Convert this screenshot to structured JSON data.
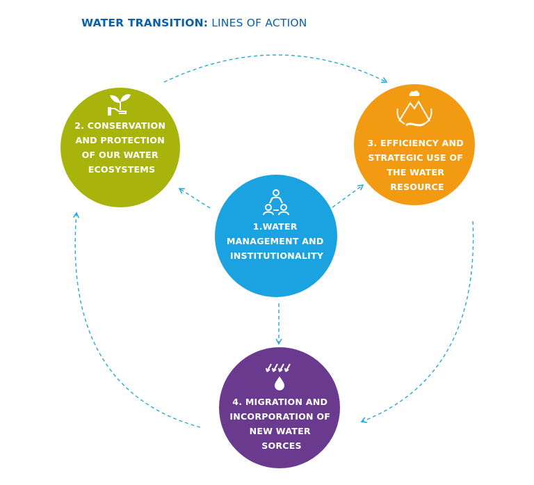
{
  "title": {
    "bold": "WATER TRANSITION:",
    "light": "LINES OF ACTION"
  },
  "colors": {
    "title_blue": "#0a5fa8",
    "connector_blue": "#23a9dd",
    "center_blue": "#1aa3e0",
    "conservation_green": "#a8b40c",
    "efficiency_orange": "#f29b12",
    "migration_purple": "#6a3a8e"
  },
  "circles": {
    "management": {
      "lines": [
        "1.WATER",
        "MANAGEMENT AND",
        "INSTITUTIONALITY"
      ],
      "icon": "people-network-icon"
    },
    "conservation": {
      "lines": [
        "2. CONSERVATION",
        "AND PROTECTION",
        "OF OUR WATER",
        "ECOSYSTEMS"
      ],
      "icon": "hand-holding-plant-icon"
    },
    "efficiency": {
      "lines": [
        "3. EFFICIENCY AND",
        "STRATEGIC USE OF",
        "THE WATER",
        "RESOURCE"
      ],
      "icon": "mountain-river-icon"
    },
    "migration": {
      "lines": [
        "4. MIGRATION AND",
        "INCORPORATION OF",
        "NEW WATER",
        "SORCES"
      ],
      "icon": "water-drop-arrows-icon"
    }
  }
}
